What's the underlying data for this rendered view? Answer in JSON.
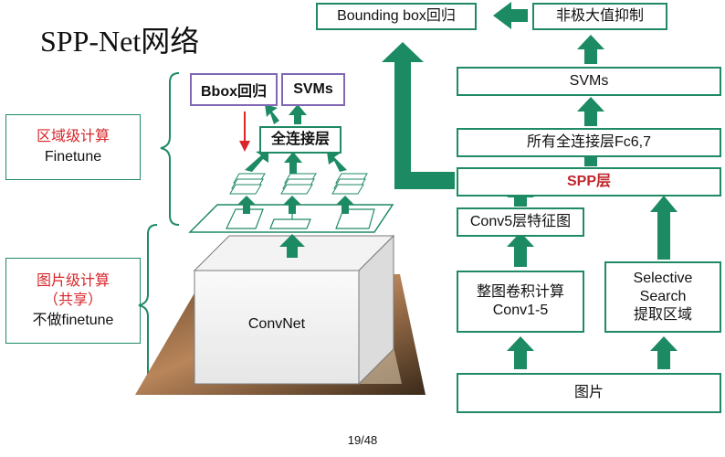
{
  "title": "SPP-Net网络",
  "page_number": "19/48",
  "left_panel": {
    "region_title": "区域级计算",
    "region_sub": "Finetune",
    "image_title_1": "图片级计算",
    "image_title_2": "（共享）",
    "image_sub": "不做finetune"
  },
  "left_diagram": {
    "bbox_label": "Bbox回归",
    "svms_label": "SVMs",
    "fc_label": "全连接层",
    "convnet_label": "ConvNet"
  },
  "pipeline": {
    "bbox_reg": "Bounding box回归",
    "nms": "非极大值抑制",
    "svms": "SVMs",
    "fc": "所有全连接层Fc6,7",
    "spp": "SPP层",
    "conv5": "Conv5层特征图",
    "conv_whole_1": "整图卷积计算",
    "conv_whole_2": "Conv1-5",
    "selective_1": "Selective",
    "selective_2": "Search",
    "selective_3": "提取区域",
    "image": "图片"
  },
  "colors": {
    "frame": "#1f8a63",
    "arrow": "#1c8a62",
    "highlight": "#d8262b",
    "purple": "#8068b5"
  }
}
